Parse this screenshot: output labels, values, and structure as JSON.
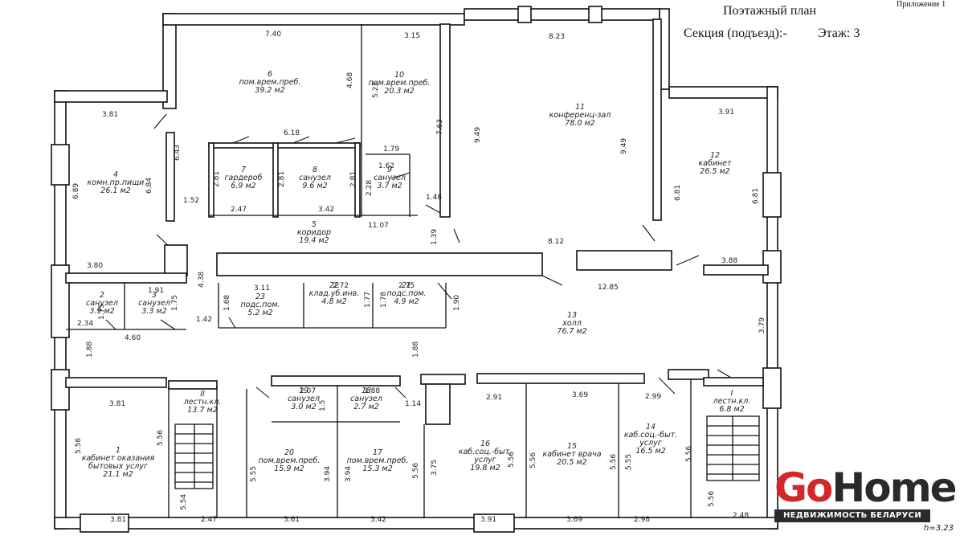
{
  "header": {
    "appendix": "Приложение 1",
    "title": "Поэтажный план",
    "section_label": "Секция (подъезд):-",
    "floor_label": "Этаж: 3"
  },
  "footer": {
    "height_note": "h=3.23"
  },
  "logo": {
    "brand_part1": "Go",
    "brand_part2": "Home",
    "tagline": "НЕДВИЖИМОСТЬ БЕЛАРУСИ",
    "accent_color": "#d4272a"
  },
  "rooms": [
    {
      "no": "1",
      "name": "кабинет оказания",
      "name2": "бытовых услуг",
      "area": "21.1 м2"
    },
    {
      "no": "2",
      "name": "санузел",
      "area": "3.9 м2"
    },
    {
      "no": "3",
      "name": "санузел",
      "area": "3.3 м2"
    },
    {
      "no": "4",
      "name": "комн.пр.пищи",
      "area": "26.1 м2"
    },
    {
      "no": "5",
      "name": "коридор",
      "area": "19.4 м2"
    },
    {
      "no": "6",
      "name": "пом.врем.преб.",
      "area": "39.2 м2"
    },
    {
      "no": "7",
      "name": "гардероб",
      "area": "6.9 м2"
    },
    {
      "no": "8",
      "name": "санузел",
      "area": "9.6 м2"
    },
    {
      "no": "9",
      "name": "санузел",
      "area": "3.7 м2"
    },
    {
      "no": "10",
      "name": "пом.врем.преб.",
      "area": "20.3 м2"
    },
    {
      "no": "11",
      "name": "конференц-зал",
      "area": "78.0 м2"
    },
    {
      "no": "12",
      "name": "кабинет",
      "area": "26.5 м2"
    },
    {
      "no": "13",
      "name": "холл",
      "area": "76.7 м2"
    },
    {
      "no": "14",
      "name": "каб.соц.-быт.",
      "name2": "услуг",
      "area": "16.5 м2"
    },
    {
      "no": "15",
      "name": "кабинет врача",
      "area": "20.5 м2"
    },
    {
      "no": "16",
      "name": "каб.соц.-быт.",
      "name2": "услуг",
      "area": "19.8 м2"
    },
    {
      "no": "17",
      "name": "пом.врем.преб.",
      "area": "15.3 м2"
    },
    {
      "no": "18",
      "name": "санузел",
      "area": "2.7 м2"
    },
    {
      "no": "19",
      "name": "санузел",
      "area": "3.0 м2"
    },
    {
      "no": "20",
      "name": "пом.врем.преб.",
      "area": "15.9 м2"
    },
    {
      "no": "21",
      "name": "подс.пом.",
      "area": "4.9 м2"
    },
    {
      "no": "22",
      "name": "клад.уб.инв.",
      "area": "4.8 м2"
    },
    {
      "no": "23",
      "name": "подс.пом.",
      "area": "5.2 м2"
    },
    {
      "no": "I",
      "name": "лестн.кл.",
      "area": "6.8  м2"
    },
    {
      "no": "II",
      "name": "лестн.кл.",
      "area": "13.7 м2"
    }
  ],
  "dims": [
    "7.40",
    "3.15",
    "8.23",
    "3.81",
    "4.68",
    "5.23",
    "7.63",
    "9.49",
    "9.49",
    "3.91",
    "6.43",
    "6.18",
    "1.79",
    "1.62",
    "2.81",
    "2.81",
    "2.81",
    "2.28",
    "1.48",
    "6.89",
    "6.84",
    "6.81",
    "6.81",
    "1.52",
    "2.47",
    "3.42",
    "11.07",
    "1.39",
    "8.12",
    "3.80",
    "3.88",
    "4.38",
    "3.11",
    "2.72",
    "2.75",
    "1.91",
    "1.75",
    "1.75",
    "1.68",
    "1.77",
    "1.78",
    "1.90",
    "12.85",
    "2.34",
    "4.60",
    "1.42",
    "1.88",
    "1.88",
    "3.79",
    "2.07",
    "1.88",
    "1.5",
    "1.14",
    "2.91",
    "3.69",
    "2.99",
    "3.81",
    "5.56",
    "5.56",
    "5.55",
    "3.94",
    "3.94",
    "5.56",
    "3.75",
    "5.56",
    "5.56",
    "5.56",
    "5.55",
    "5.56",
    "5.54",
    "5.56",
    "3.81",
    "2.47",
    "3.61",
    "3.42",
    "3.91",
    "3.69",
    "2.98",
    "2.48"
  ]
}
